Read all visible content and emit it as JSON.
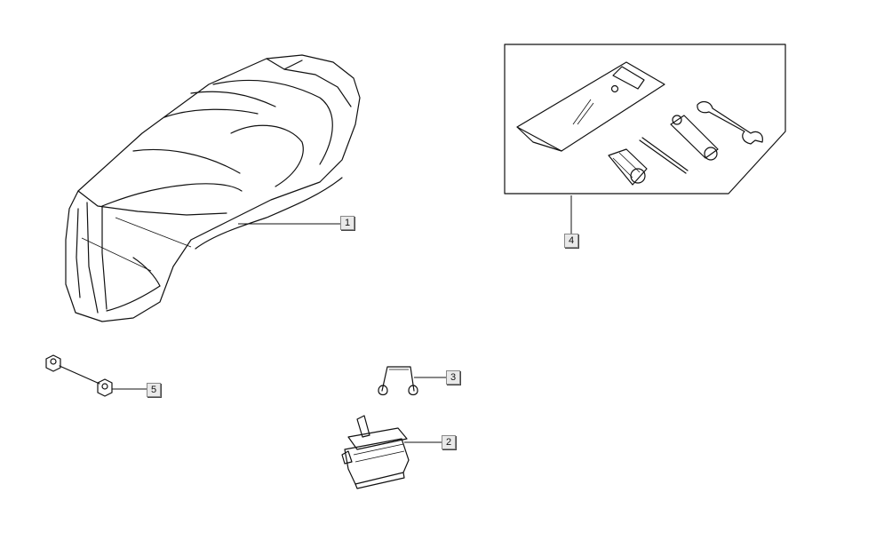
{
  "diagram": {
    "callouts": [
      {
        "id": "1",
        "part": "seat"
      },
      {
        "id": "2",
        "part": "seat-lock"
      },
      {
        "id": "3",
        "part": "spring-clip"
      },
      {
        "id": "4",
        "part": "tool-kit"
      },
      {
        "id": "5",
        "part": "nuts"
      }
    ]
  },
  "colors": {
    "line": "#111111",
    "label_bg": "#e9e9e9",
    "label_border": "#888888"
  }
}
